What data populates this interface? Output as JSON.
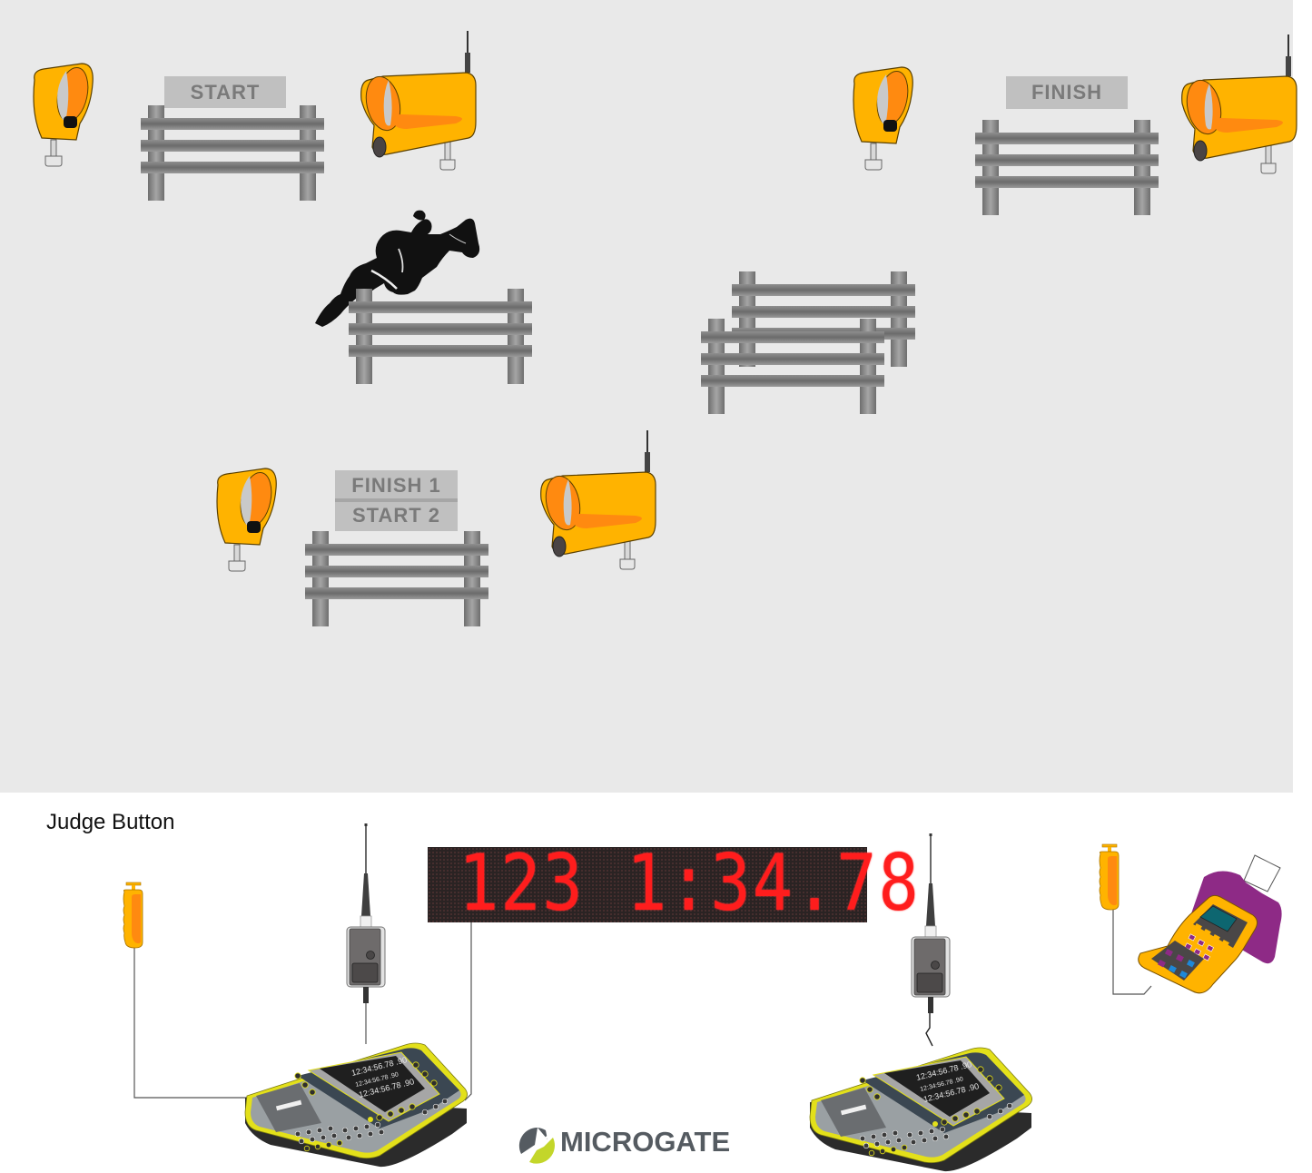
{
  "diagram": {
    "field": {
      "background": "#e9e9e9",
      "signs": {
        "start": "START",
        "finish": "FINISH",
        "intermediate_top": "FINISH 1",
        "intermediate_bottom": "START 2"
      }
    },
    "equipment": {
      "judge_button_label": "Judge Button",
      "scoreboard": {
        "bib": "123",
        "time": "1:34.78",
        "display_text": "123 1:34.78",
        "led_color": "#ff1d1d"
      },
      "brand": "MICROGATE"
    },
    "colors": {
      "photocell_body": "#ffb300",
      "photocell_accent": "#ff8a10",
      "fence": "#808080",
      "sign_bg": "#c0c0c0",
      "sign_text": "#7a7a7a",
      "timer_trim": "#e3e01a",
      "printer_purple": "#8e2a86",
      "logo_grey": "#555b61",
      "logo_green": "#c3d62a"
    }
  }
}
